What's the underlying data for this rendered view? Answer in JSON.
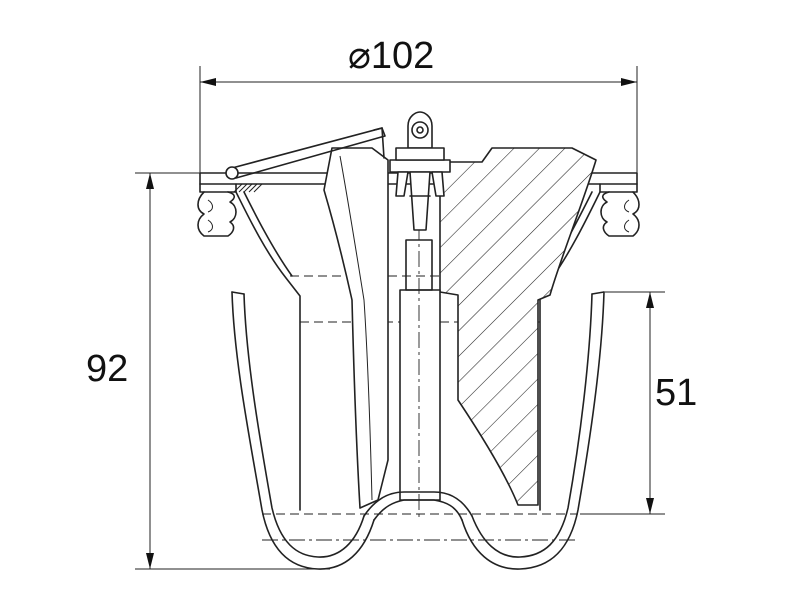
{
  "dimensions": {
    "diameter": {
      "symbol": "⌀",
      "value": "102"
    },
    "height_total": "92",
    "height_inner": "51"
  }
}
